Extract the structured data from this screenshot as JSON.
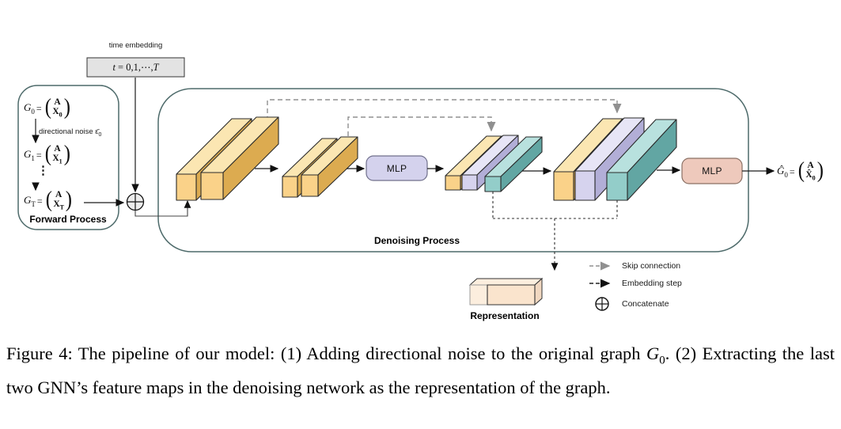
{
  "colors": {
    "yellow_front": "#fad289",
    "yellow_top": "#fbe6b2",
    "yellow_side": "#dcab50",
    "lavender_front": "#d6d3ee",
    "lavender_top": "#e7e5f6",
    "lavender_side": "#b2aed7",
    "teal_front": "#93cdc9",
    "teal_top": "#b8e1de",
    "teal_side": "#62a6a3",
    "peach_front": "#fae4cd",
    "peach_top": "#fceede",
    "peach_side": "#f1d8c1",
    "box_border": "#4d6a6a",
    "mlp1_fill": "#d4d2ed",
    "mlp2_fill": "#eec9bc",
    "time_fill": "#e3e3e3",
    "skip_gray": "#909090",
    "embed_dark": "#2f2f2f"
  },
  "math": {
    "lparen": "(",
    "rparen": ")"
  },
  "time_embedding": {
    "label": "time embedding",
    "var_t": "t",
    "mid": "= 0,1,⋯,",
    "var_T": "T"
  },
  "forward": {
    "title": "Forward Process",
    "noise_prefix": "directional noise ",
    "noise_symbol": "ε̄",
    "noise_sub": "0",
    "dots": "⋮",
    "rows": [
      {
        "g": "G",
        "gsub": "0",
        "eq": "=",
        "top": "A",
        "bot": "X",
        "botsub": "0"
      },
      {
        "g": "G",
        "gsub": "1",
        "eq": "=",
        "top": "A",
        "bot": "X",
        "botsub": "1"
      },
      {
        "g": "G",
        "gsub": "T",
        "eq": "=",
        "top": "A",
        "bot": "X",
        "botsub": "T"
      }
    ]
  },
  "denoising": {
    "title": "Denoising Process",
    "mlp1": "MLP",
    "mlp2": "MLP"
  },
  "output": {
    "g": "Ĝ",
    "gsub": "0",
    "eq": "=",
    "top": "A",
    "bot": "X̂",
    "botsub": "0"
  },
  "representation": {
    "label": "Representation"
  },
  "legend": {
    "skip": "Skip connection",
    "embedding": "Embedding step",
    "concat": "Concatenate"
  },
  "caption": {
    "part1": "Figure 4: The pipeline of our model: (1) Adding directional noise to the original graph ",
    "g": "G",
    "gsub": "0",
    "part2": ". (2) Extracting the last two GNN’s feature maps in the denoising network as the representation of the graph."
  }
}
